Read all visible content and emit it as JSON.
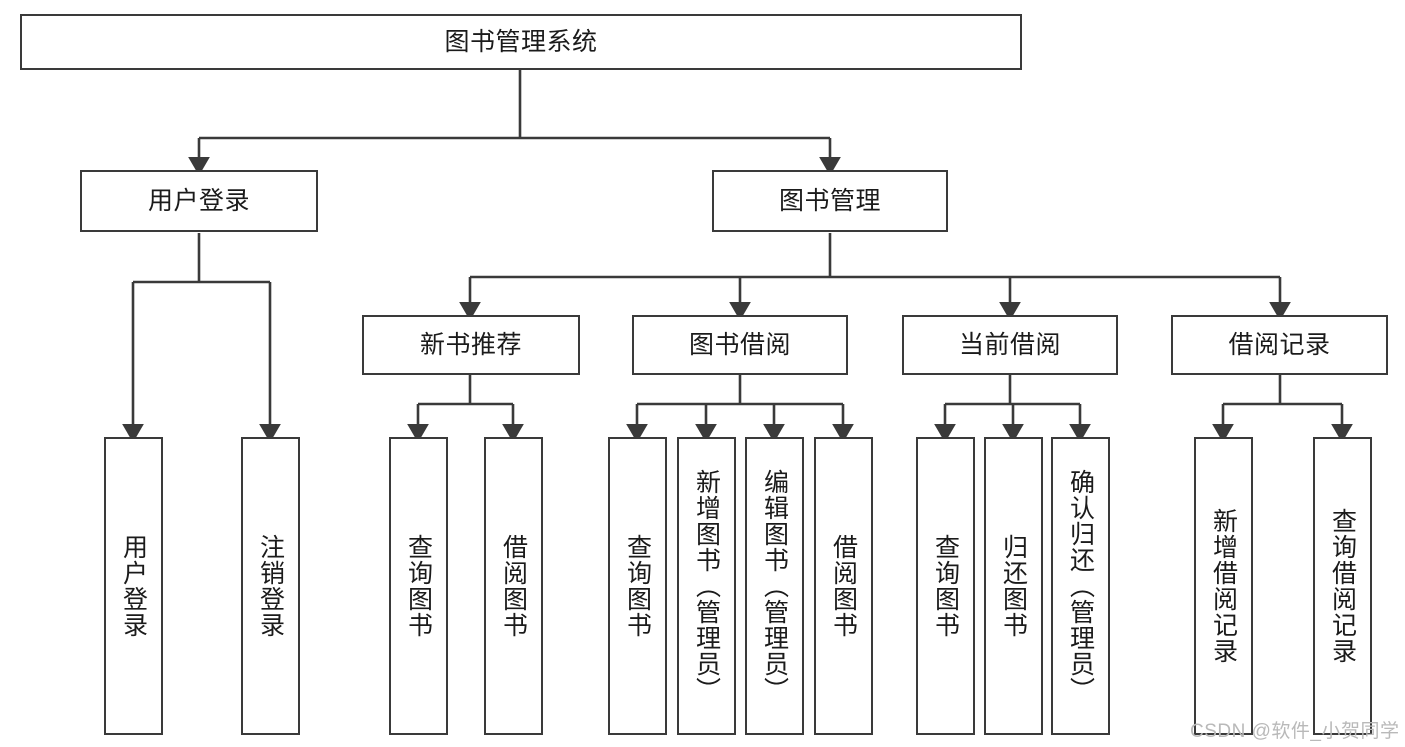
{
  "diagram": {
    "type": "tree-hierarchy-chart",
    "title": "图书管理系统",
    "watermark": "CSDN @软件_小贺同学",
    "colors": {
      "stroke": "#3a3a3a",
      "fill": "#ffffff",
      "text": "#1b1b1b",
      "watermark": "#b9b9b9"
    },
    "root": {
      "label": "图书管理系统"
    },
    "level2": [
      {
        "label": "用户登录"
      },
      {
        "label": "图书管理"
      }
    ],
    "level3": [
      {
        "label": "新书推荐"
      },
      {
        "label": "图书借阅"
      },
      {
        "label": "当前借阅"
      },
      {
        "label": "借阅记录"
      }
    ],
    "leaves": {
      "user_login": [
        {
          "label": "用户登录"
        },
        {
          "label": "注销登录"
        }
      ],
      "new_book_recommend": [
        {
          "label": "查询图书"
        },
        {
          "label": "借阅图书"
        }
      ],
      "book_borrow": [
        {
          "label": "查询图书"
        },
        {
          "label": "新增图书（管理员）"
        },
        {
          "label": "编辑图书（管理员）"
        },
        {
          "label": "借阅图书"
        }
      ],
      "current_borrow": [
        {
          "label": "查询图书"
        },
        {
          "label": "归还图书"
        },
        {
          "label": "确认归还（管理员）"
        }
      ],
      "borrow_record": [
        {
          "label": "新增借阅记录"
        },
        {
          "label": "查询借阅记录"
        }
      ]
    }
  }
}
